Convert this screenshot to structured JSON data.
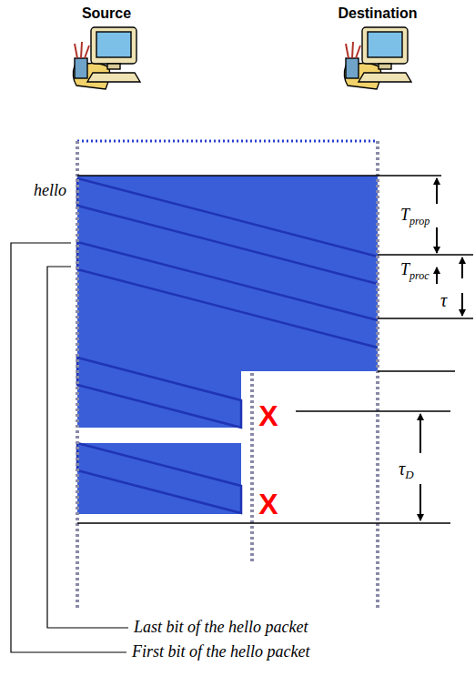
{
  "diagram": {
    "nodes": [
      {
        "text": [
          "Source"
        ]
      },
      {
        "text": [
          "Destination"
        ]
      }
    ],
    "labels": [
      "hello",
      "T",
      "prop",
      "T",
      "proc",
      "τ",
      "X",
      "τ",
      "D",
      "X",
      "Last bit of the hello packet",
      "First bit of the hello packet"
    ]
  }
}
